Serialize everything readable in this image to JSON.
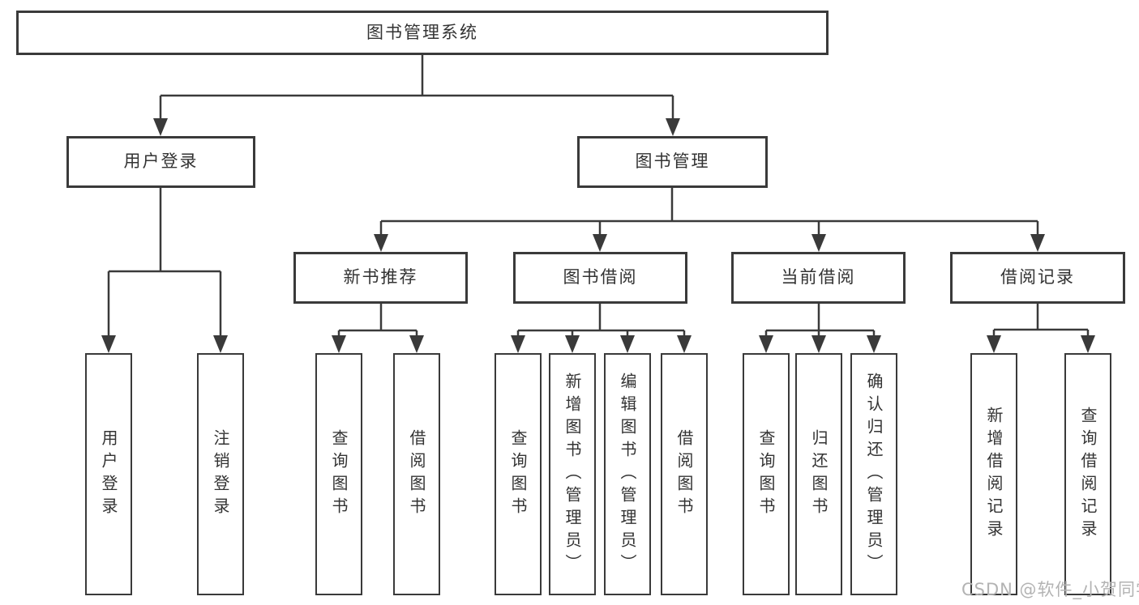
{
  "colors": {
    "line": "#3a3a3a",
    "text": "#333333",
    "box_background": "#ffffff",
    "page_background": "#ffffff",
    "watermark": "#b3b3b3"
  },
  "nodes": {
    "root": "图书管理系统",
    "user_login": "用户登录",
    "book_mgmt": "图书管理",
    "new_book_rec": "新书推荐",
    "book_borrow": "图书借阅",
    "current_borrow": "当前借阅",
    "borrow_record": "借阅记录",
    "leaf_user_login": "用户登录",
    "leaf_logout": "注销登录",
    "leaf_nbr_query": "查询图书",
    "leaf_nbr_borrow": "借阅图书",
    "leaf_bb_query": "查询图书",
    "leaf_bb_add": "新增图书（管理员）",
    "leaf_bb_edit": "编辑图书（管理员）",
    "leaf_bb_borrow": "借阅图书",
    "leaf_cb_query": "查询图书",
    "leaf_cb_return": "归还图书",
    "leaf_cb_confirm": "确认归还（管理员）",
    "leaf_br_add": "新增借阅记录",
    "leaf_br_query": "查询借阅记录"
  },
  "hierarchy": {
    "label": "图书管理系统",
    "children": [
      {
        "label": "用户登录",
        "children": [
          {
            "label": "用户登录"
          },
          {
            "label": "注销登录"
          }
        ]
      },
      {
        "label": "图书管理",
        "children": [
          {
            "label": "新书推荐",
            "children": [
              {
                "label": "查询图书"
              },
              {
                "label": "借阅图书"
              }
            ]
          },
          {
            "label": "图书借阅",
            "children": [
              {
                "label": "查询图书"
              },
              {
                "label": "新增图书（管理员）"
              },
              {
                "label": "编辑图书（管理员）"
              },
              {
                "label": "借阅图书"
              }
            ]
          },
          {
            "label": "当前借阅",
            "children": [
              {
                "label": "查询图书"
              },
              {
                "label": "归还图书"
              },
              {
                "label": "确认归还（管理员）"
              }
            ]
          },
          {
            "label": "借阅记录",
            "children": [
              {
                "label": "新增借阅记录"
              },
              {
                "label": "查询借阅记录"
              }
            ]
          }
        ]
      }
    ]
  },
  "watermark": "CSDN @软件_小贺同学"
}
